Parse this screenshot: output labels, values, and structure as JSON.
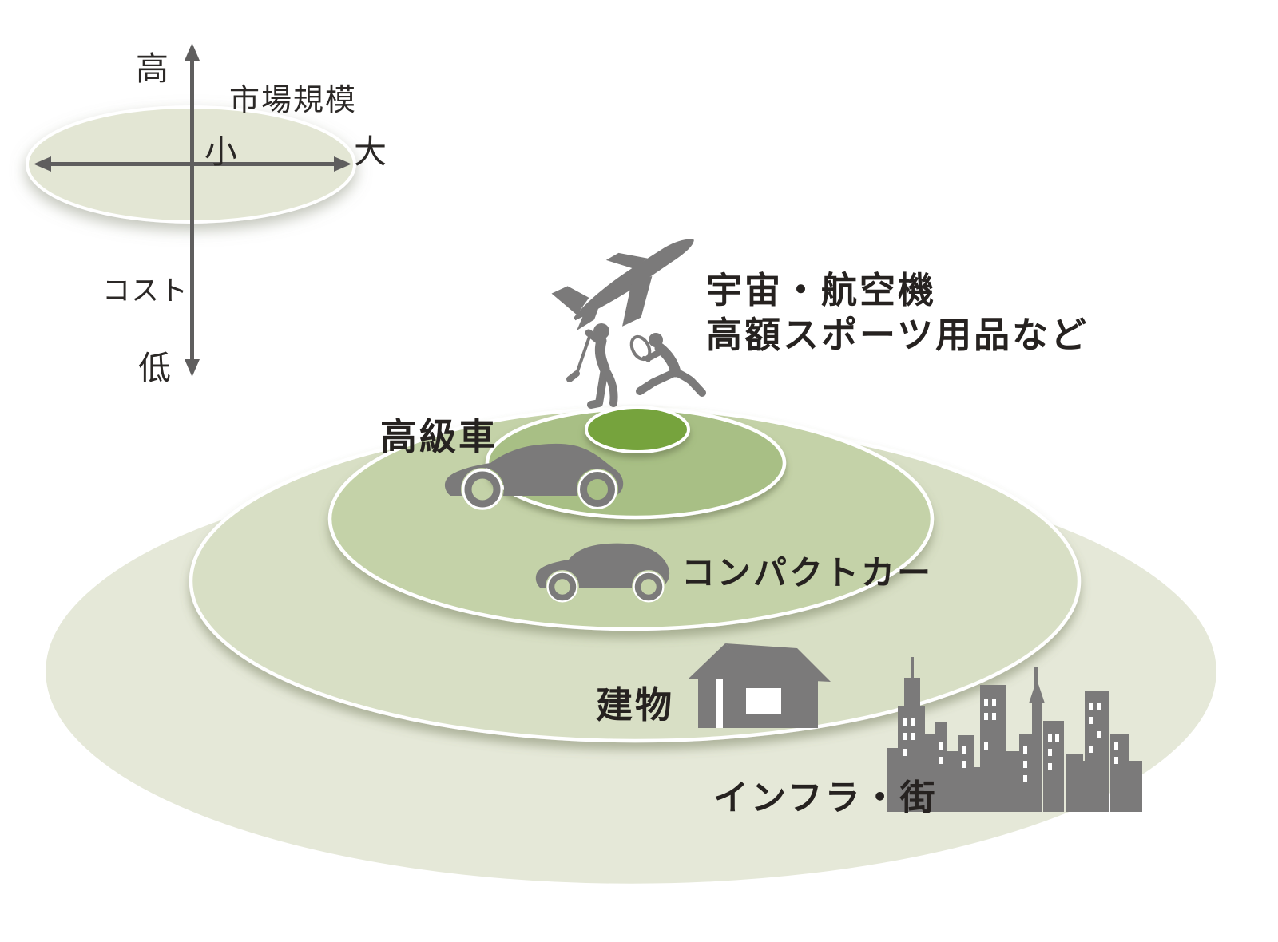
{
  "legend": {
    "cost_axis": {
      "label": "コスト",
      "high": "高",
      "low": "低"
    },
    "market_axis": {
      "label": "市場規模",
      "small": "小",
      "large": "大"
    }
  },
  "levels": [
    {
      "id": "aerospace",
      "label_line1": "宇宙・航空機",
      "label_line2": "高額スポーツ用品など",
      "icons": [
        "airplane-icon",
        "golfer-icon",
        "racket-player-icon"
      ],
      "ring_color": "#76a33d"
    },
    {
      "id": "luxury-car",
      "label": "高級車",
      "icon": "sedan-car-icon",
      "ring_color": "#a8bf85"
    },
    {
      "id": "compact-car",
      "label": "コンパクトカー",
      "icon": "compact-car-icon",
      "ring_color": "#c4d2a8"
    },
    {
      "id": "building",
      "label": "建物",
      "icon": "house-icon",
      "ring_color": "#d8dfc5"
    },
    {
      "id": "infrastructure",
      "label": "インフラ・街",
      "icon": "city-skyline-icon",
      "ring_color": "#e5e8d8"
    }
  ],
  "colors": {
    "icon_gray": "#7b7a7a",
    "axis_gray": "#5f5e5e",
    "text_dark": "#262220",
    "ring_border": "#ffffff",
    "legend_ellipse": "#e3e6d4"
  }
}
